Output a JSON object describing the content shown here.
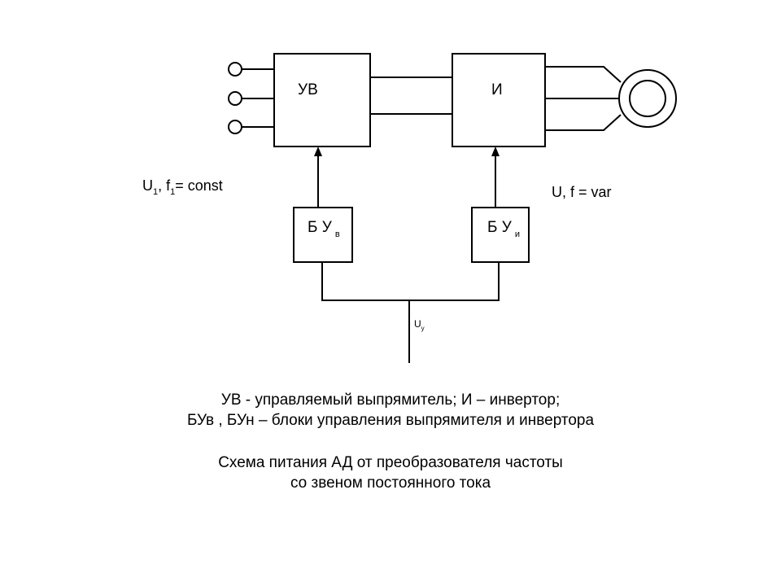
{
  "diagram": {
    "blocks": {
      "rectifier": "УВ",
      "inverter": "И",
      "rectifier_ctrl_main": "Б У",
      "rectifier_ctrl_sub": "в",
      "inverter_ctrl_main": "Б У",
      "inverter_ctrl_sub": "и"
    },
    "labels": {
      "input_u": "U",
      "input_u_sub": "1",
      "input_sep": ", f",
      "input_f_sub": "1",
      "input_tail": "= const",
      "output": "U, f = var",
      "control_u": "U",
      "control_u_sub": "у"
    }
  },
  "caption": {
    "line1": "УВ - управляемый выпрямитель; И – инвертор;",
    "line2": "БУв , БУн – блоки управления выпрямителя и инвертора",
    "line3": "Схема питания АД от преобразователя частоты",
    "line4": "со звеном постоянного тока"
  }
}
